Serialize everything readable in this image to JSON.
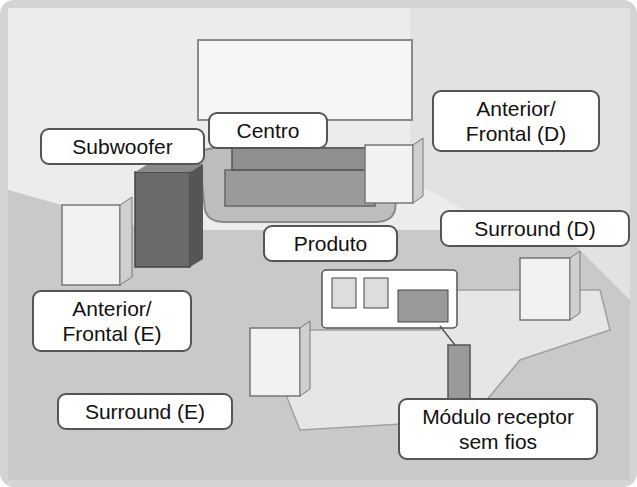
{
  "diagram": {
    "nodes": [
      {
        "text": [
          "Subwoofer"
        ]
      },
      {
        "text": [
          "Centro"
        ]
      },
      {
        "text": [
          "Anterior/ Frontal (D)"
        ]
      },
      {
        "text": [
          "Surround (D)"
        ]
      },
      {
        "text": [
          "Produto"
        ]
      },
      {
        "text": [
          "Anterior/ Frontal (E)"
        ]
      },
      {
        "text": [
          "Surround (E)"
        ]
      },
      {
        "text": [
          "Módulo receptor sem fios"
        ]
      }
    ]
  }
}
